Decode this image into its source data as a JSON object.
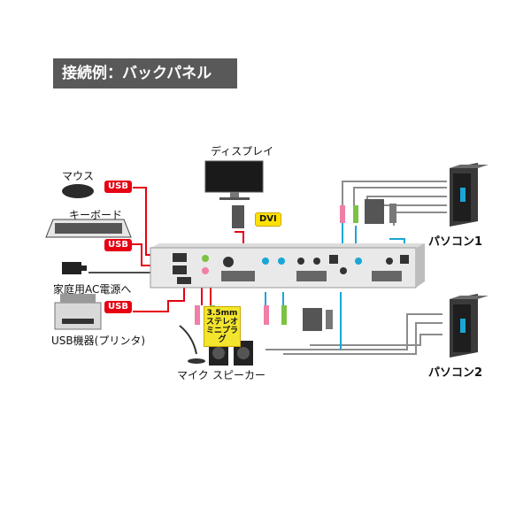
{
  "title": "接続例：バックパネル",
  "labels": {
    "display": "ディスプレイ",
    "mouse": "マウス",
    "keyboard": "キーボード",
    "power": "家庭用AC電源へ",
    "usb_device": "USB機器(プリンタ)",
    "pc1": "パソコン1",
    "pc2": "パソコン2",
    "mic": "マイク",
    "speaker": "スピーカー"
  },
  "tags": {
    "usb": "USB",
    "dvi": "DVI",
    "stereo": "3.5mm ステレオ ミニプラグ"
  },
  "colors": {
    "usb_line": "#e60012",
    "dvi_tag": "#ffe100",
    "cable_blue": "#1aa6d6",
    "cable_gray": "#8c8c8c",
    "plug_green": "#7cc243",
    "plug_pink": "#f07fa8"
  }
}
